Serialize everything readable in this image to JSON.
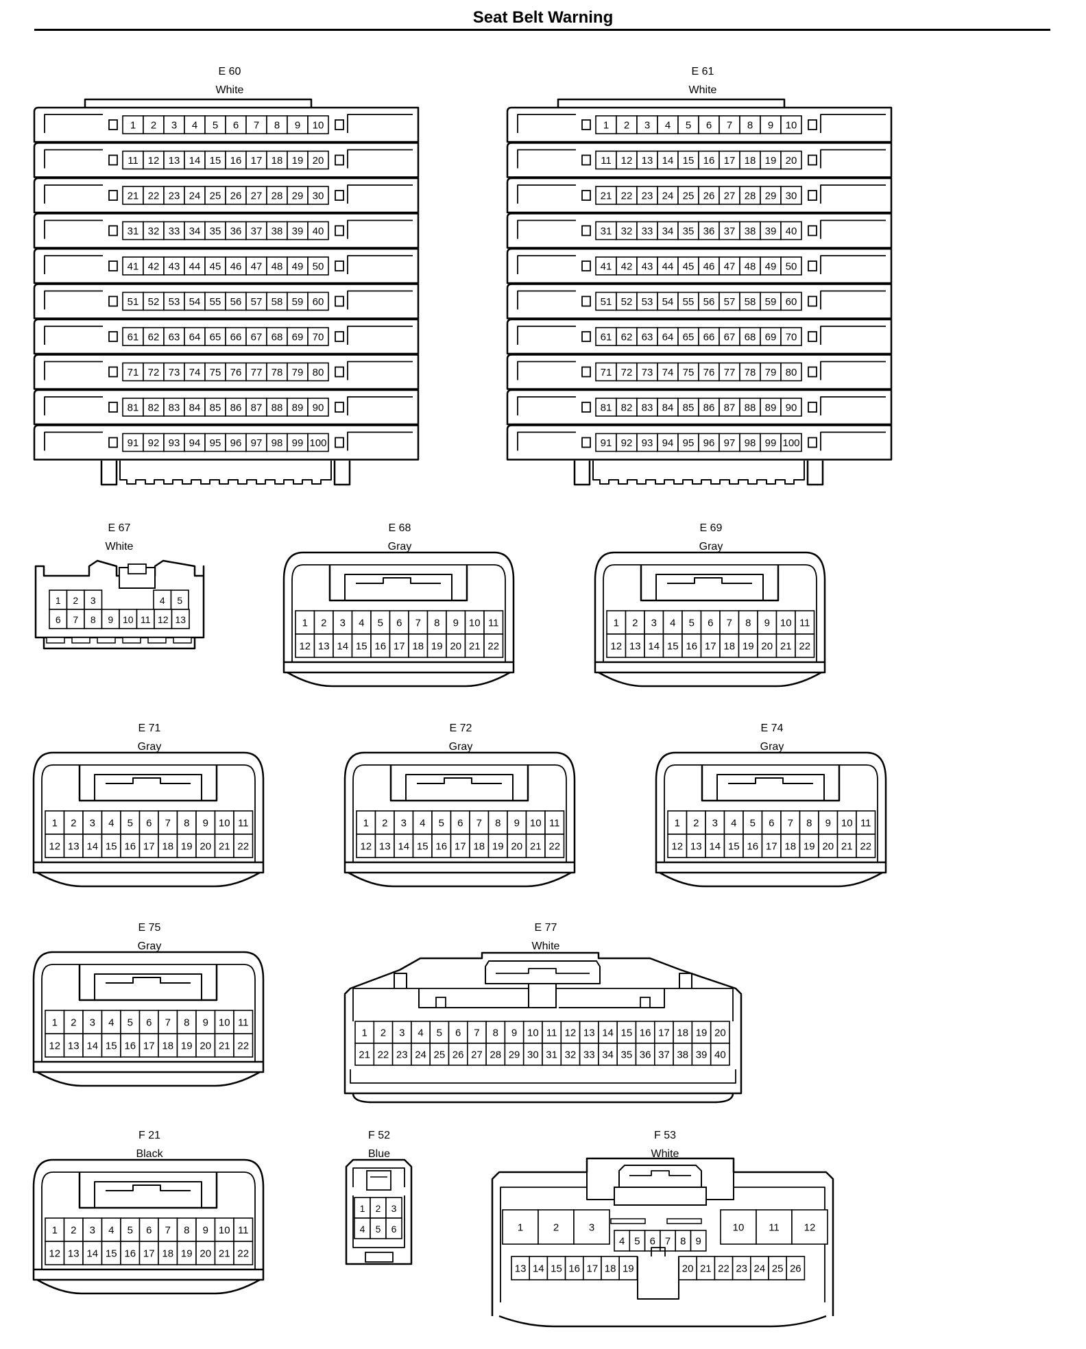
{
  "page": {
    "title": "Seat Belt Warning"
  },
  "connectors": [
    {
      "id": "E 60",
      "color": "White",
      "type": "big"
    },
    {
      "id": "E 61",
      "color": "White",
      "type": "big"
    },
    {
      "id": "E 67",
      "color": "White",
      "type": "e67",
      "rows": [
        [
          "1",
          "2",
          "3",
          "",
          "",
          "4",
          "5"
        ],
        [
          "6",
          "7",
          "8",
          "9",
          "10",
          "11",
          "12",
          "13"
        ]
      ]
    },
    {
      "id": "E 68",
      "color": "Gray",
      "type": "std22"
    },
    {
      "id": "E 69",
      "color": "Gray",
      "type": "std22"
    },
    {
      "id": "E 71",
      "color": "Gray",
      "type": "std22"
    },
    {
      "id": "E 72",
      "color": "Gray",
      "type": "std22"
    },
    {
      "id": "E 74",
      "color": "Gray",
      "type": "std22"
    },
    {
      "id": "E 75",
      "color": "Gray",
      "type": "std22"
    },
    {
      "id": "E 77",
      "color": "White",
      "type": "e77"
    },
    {
      "id": "F 21",
      "color": "Black",
      "type": "std22"
    },
    {
      "id": "F 52",
      "color": "Blue",
      "type": "f52",
      "rows": [
        [
          "1",
          "2",
          "3"
        ],
        [
          "4",
          "5",
          "6"
        ]
      ]
    },
    {
      "id": "F 53",
      "color": "White",
      "type": "f53"
    }
  ]
}
